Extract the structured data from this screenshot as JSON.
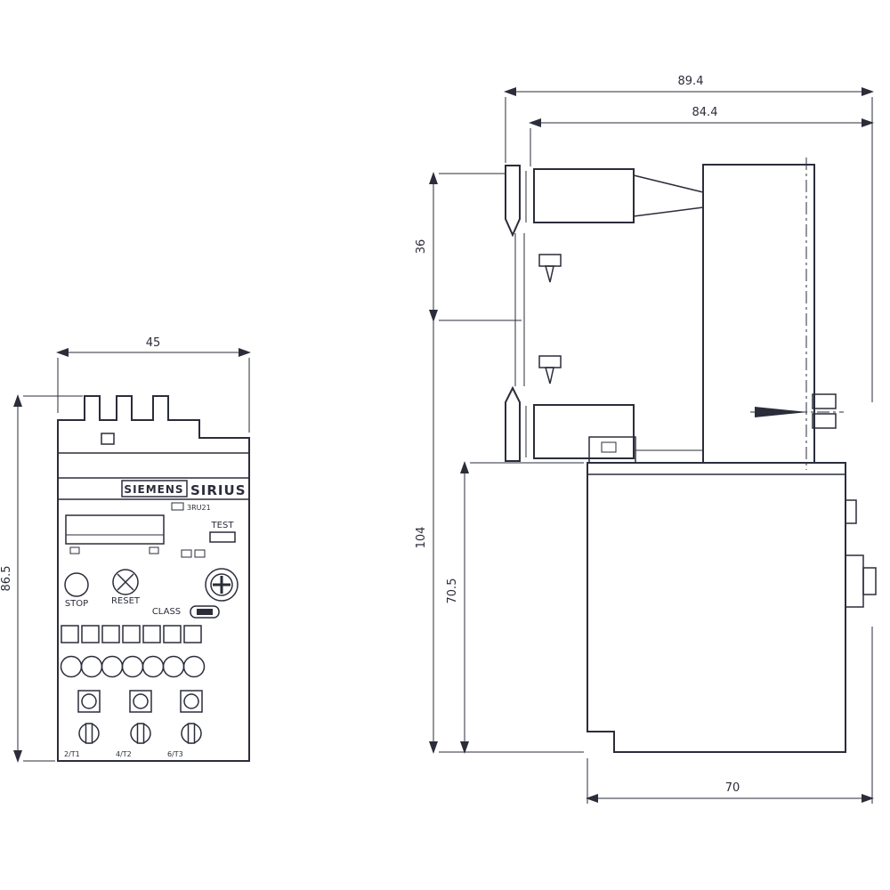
{
  "meta": {
    "title": "Dimension drawing - SIRIUS 3RU21 thermal overload relay",
    "line_color": "#2b2d3a",
    "background": "#ffffff"
  },
  "front_view": {
    "brand": "SIEMENS",
    "series": "SIRIUS",
    "model": "3RU21",
    "test": "TEST",
    "stop": "STOP",
    "reset": "RESET",
    "class": "CLASS",
    "terminals": [
      "2/T1",
      "4/T2",
      "6/T3"
    ],
    "dimensions": {
      "width": "45",
      "height": "86.5"
    }
  },
  "side_view": {
    "dimensions": {
      "overall_depth": "89.4",
      "depth_without_clip": "84.4",
      "upper_offset": "36",
      "overall_height": "104",
      "body_height": "70.5",
      "body_depth": "70"
    }
  }
}
